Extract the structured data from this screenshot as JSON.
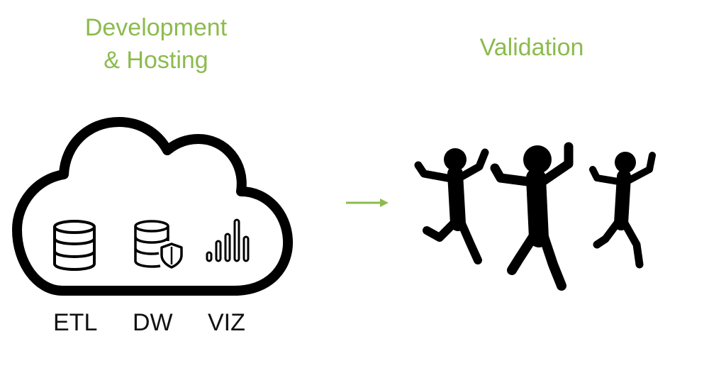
{
  "diagram": {
    "left_title_line1": "Development",
    "left_title_line2": "& Hosting",
    "right_title": "Validation",
    "labels": {
      "etl": "ETL",
      "dw": "DW",
      "viz": "VIZ"
    },
    "icons": {
      "cloud": "cloud-icon",
      "etl": "database-icon",
      "dw": "database-shield-icon",
      "viz": "bar-chart-icon",
      "arrow": "arrow-right-icon",
      "people": "jumping-people-icon"
    },
    "colors": {
      "accent": "#8cbb4e",
      "ink": "#111111",
      "background": "#ffffff"
    }
  }
}
